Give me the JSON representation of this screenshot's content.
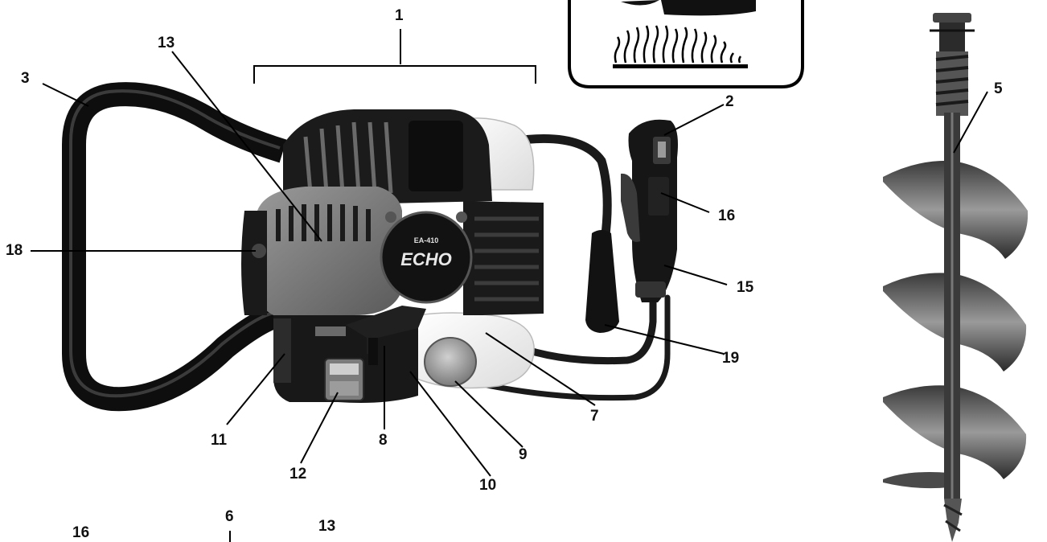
{
  "figure": {
    "image_description": "Parts identification diagram of a two-stroke earth auger power head with handle bars, fuel tank, starter, and a separate spiral auger bit",
    "engine_model_text": "EA-410",
    "brand_text": "ECHO",
    "callouts": [
      {
        "id": "c1",
        "label": "1"
      },
      {
        "id": "c2",
        "label": "2"
      },
      {
        "id": "c3",
        "label": "3"
      },
      {
        "id": "c5",
        "label": "5"
      },
      {
        "id": "c6",
        "label": "6"
      },
      {
        "id": "c7",
        "label": "7"
      },
      {
        "id": "c8",
        "label": "8"
      },
      {
        "id": "c9",
        "label": "9"
      },
      {
        "id": "c10",
        "label": "10"
      },
      {
        "id": "c11",
        "label": "11"
      },
      {
        "id": "c12",
        "label": "12"
      },
      {
        "id": "c13a",
        "label": "13"
      },
      {
        "id": "c13b",
        "label": "13"
      },
      {
        "id": "c15",
        "label": "15"
      },
      {
        "id": "c16a",
        "label": "16"
      },
      {
        "id": "c16b",
        "label": "16"
      },
      {
        "id": "c18",
        "label": "18"
      },
      {
        "id": "c19",
        "label": "19"
      }
    ]
  }
}
